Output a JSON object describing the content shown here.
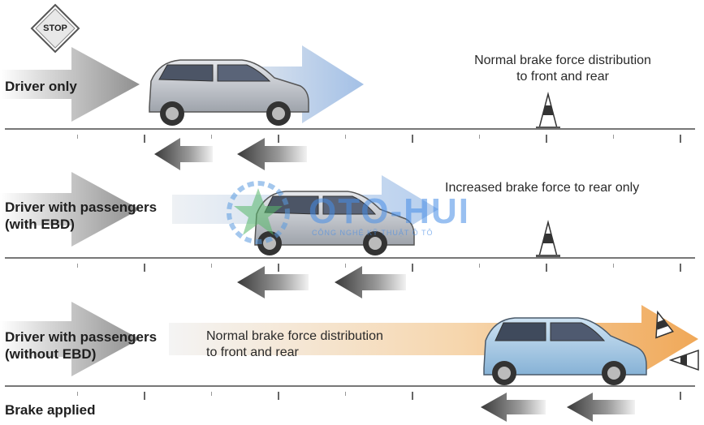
{
  "stop_sign": {
    "text": "STOP"
  },
  "rows": [
    {
      "label_lines": [
        "Driver  only"
      ],
      "note_lines": [
        "Normal brake force distribution",
        "to front and rear"
      ]
    },
    {
      "label_lines": [
        "Driver with passengers",
        "(with EBD)"
      ],
      "note_lines": [
        "Increased brake force to rear only"
      ]
    },
    {
      "label_lines": [
        "Driver with passengers",
        "(without EBD)"
      ],
      "note_lines": [
        "Normal brake force distribution",
        "to front and rear"
      ]
    }
  ],
  "brake_label": "Brake applied",
  "watermark": {
    "title": "OTO-HUI",
    "subtitle": "CÔNG NGHỆ KỸ THUẬT Ô TÔ"
  },
  "colors": {
    "arrow_gray": "#9a9a9a",
    "arrow_blue": "#a9c4e8",
    "arrow_orange": "#f2b46a",
    "car_silver": "#c9ccd2",
    "car_blue": "#a9cbe6"
  }
}
